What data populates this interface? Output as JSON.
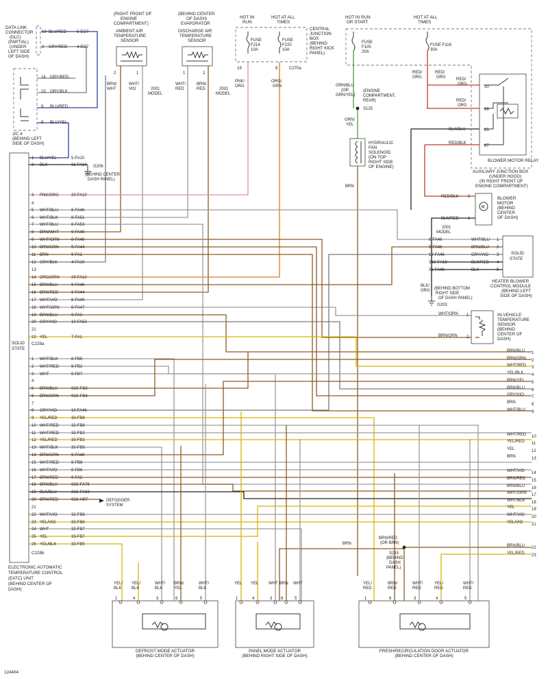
{
  "diagram_id": "124404",
  "dlc": {
    "title": [
      "DATA LINK",
      "CONNECTOR",
      "(DLC)",
      "(PARTIAL)",
      "(UNDER",
      "LEFT SIDE",
      "OF DASH)"
    ],
    "pins": [
      {
        "n": "10",
        "color": "BLU/RED",
        "circuit": "5-EG7"
      },
      {
        "n": "2",
        "color": "GRY/RED",
        "circuit": "4-EG7"
      }
    ]
  },
  "jc4": {
    "title": [
      "J/C 4",
      "(BEHIND LEFT",
      "SIDE OF DASH)"
    ],
    "pins": [
      {
        "n": "14",
        "color": "GRY/RED"
      },
      {
        "n": "15",
        "color": "GRY/BLK"
      },
      {
        "n": "9",
        "color": "BLU/RED"
      },
      {
        "n": "8",
        "color": "BLU/YEL"
      }
    ]
  },
  "sensors": [
    {
      "title": [
        "(RIGHT FRONT OF",
        "ENGINE",
        "COMPARTMENT)",
        "AMBIENT AIR",
        "TEMPERATURE",
        "SENSOR"
      ],
      "pin_a": "2",
      "pin_b": "1",
      "wire_a": [
        "BRN/",
        "WHT"
      ],
      "wire_b": [
        "WHT/",
        "VIO"
      ],
      "note": [
        "2001",
        "MODEL"
      ]
    },
    {
      "title": [
        "(BEHIND CENTER",
        "OF DASH)",
        "EVAPORATOR",
        "DISCHARGE AIR",
        "TEMPERATURE",
        "SENSOR"
      ],
      "pin_a": "1",
      "pin_b": "2",
      "wire_a": [
        "WHT/",
        "RED"
      ],
      "wire_b": [
        "BRN/",
        "RED"
      ],
      "note": [
        "2001",
        "MODEL"
      ]
    }
  ],
  "cjb": {
    "hot_run": [
      "HOT IN",
      "RUN"
    ],
    "hot_all": [
      "HOT AT ALL",
      "TIMES"
    ],
    "title": [
      "CENTRAL",
      "JUNCTION",
      "BOX",
      "(BEHIND",
      "RIGHT KICK",
      "PANEL)"
    ],
    "fuses": [
      {
        "label": [
          "FUSE",
          "F214",
          "10A"
        ],
        "pin": "19",
        "wire": [
          "PNK/",
          "ORG"
        ]
      },
      {
        "label": [
          "FUSE",
          "F220",
          "10A"
        ],
        "pin": "8",
        "wire": [
          "ORG/",
          "GRN"
        ]
      }
    ],
    "connector": "C270a"
  },
  "ajb": {
    "hot_run": [
      "HOT IN RUN",
      "OR START"
    ],
    "hot_all": [
      "HOT AT ALL",
      "TIMES"
    ],
    "fuse1": [
      "FUSE",
      "F105",
      "20A"
    ],
    "fuse2": [
      "FUSE F116",
      "30A"
    ],
    "title": [
      "AUXILIARY JUNCTION BOX",
      "(UNDER HOOD)",
      "(IN RIGHT FRONT OF",
      "ENGINE COMPARTMENT)"
    ],
    "relay": "BLOWER MOTOR RELAY",
    "relay_pins": [
      "30",
      "86",
      "85",
      "87"
    ],
    "wires": [
      "RED/",
      "ORG",
      "RED/",
      "ORG",
      "RED/",
      "ORG",
      "RED/",
      "ORG",
      "BLK/BLU",
      "RED/BLK"
    ]
  },
  "solenoid": {
    "wire_top": [
      "GRN/BLU",
      "(OR",
      "GRN/YEL)"
    ],
    "splice_note": [
      "(ENGINE",
      "COMPARTMENT,",
      "REAR)"
    ],
    "splice": "S125",
    "wire_mid": [
      "GRN/",
      "YEL"
    ],
    "title": [
      "HYDRAULIC",
      "FAN",
      "SOLENOID",
      "(ON TOP",
      "RIGHT SIDE",
      "OF ENGINE)"
    ],
    "wire_bot": "BRN"
  },
  "blower_motor": {
    "title": [
      "BLOWER",
      "MOTOR",
      "(BEHIND",
      "CENTER",
      "OF DASH)"
    ],
    "pin_top": "2",
    "pin_bot": "1",
    "wire_top": "RED/BLK",
    "wire_bot": "BLK/RED",
    "note": [
      "2001",
      "MODEL"
    ]
  },
  "heater_module": {
    "inner": [
      "SOLID",
      "STATE"
    ],
    "title": [
      "HEATER BLOWER",
      "CONTROL MODULE",
      "(BEHIND LEFT",
      "SIDE OF DASH)"
    ],
    "pins": [
      {
        "n": "1",
        "circuit": "8-FA46",
        "color": "WHT/BLU"
      },
      {
        "n": "2",
        "circuit": "9-FA46",
        "color": "BRN/BLU"
      },
      {
        "n": "3",
        "circuit": "18-FA46",
        "color": "GRY/VIO"
      },
      {
        "n": "4",
        "circuit": "31S-FA18",
        "color": "BLK/RED"
      },
      {
        "n": "5",
        "circuit": "31-FA46",
        "color": "BLK"
      }
    ],
    "ground_wire": [
      "BLK/",
      "ORG"
    ],
    "ground_note": [
      "(BEHIND BOTTOM",
      "RIGHT SIDE",
      "OF DASH PANEL)"
    ],
    "ground": "G203"
  },
  "invehicle_sensor": {
    "title": [
      "IN-VEHICLE",
      "TEMPERATURE",
      "SENSOR",
      "(BEHIND",
      "CENTER OF",
      "DASH)"
    ],
    "pins": [
      {
        "n": "1",
        "color": "WHT/GRN"
      },
      {
        "n": "2",
        "color": "BRN/GRN"
      }
    ]
  },
  "eatc": {
    "inner": [
      "SOLID",
      "STATE"
    ],
    "title": [
      "ELECTRONIC AUTOMATIC",
      "TEMPERATURE CONTROL",
      "(EATC) UNIT",
      "(BEHIND CENTER OF",
      "DASH)"
    ],
    "conn_a": "C228a",
    "conn_b": "C228b",
    "ground_a": [
      "G206",
      "(BEHIND CENTER",
      "DASH PANEL)"
    ],
    "defogger": [
      "DEFOGGER",
      "SYSTEM"
    ],
    "pins_a": [
      {
        "n": "1",
        "color": "BLU/YEL",
        "circuit": "5-FA10"
      },
      {
        "n": "2",
        "color": "BLK",
        "circuit": "31-FA10"
      },
      {
        "n": "3",
        "color": "PNK/ORG",
        "circuit": "20-FA10"
      },
      {
        "n": "4",
        "color": "",
        "circuit": ""
      },
      {
        "n": "5",
        "color": "WHT/BLU",
        "circuit": "8-FA46"
      },
      {
        "n": "6",
        "color": "WHT/BLK",
        "circuit": "8-FA51"
      },
      {
        "n": "7",
        "color": "WHT/BLU",
        "circuit": "8-FA53"
      },
      {
        "n": "8",
        "color": "BRN/WHT",
        "circuit": "9-FA49"
      },
      {
        "n": "9",
        "color": "WHT/GRN",
        "circuit": "8-FA48"
      },
      {
        "n": "10",
        "color": "BRN/GRN",
        "circuit": "9-FA44"
      },
      {
        "n": "11",
        "color": "BRN",
        "circuit": "9-FA1"
      },
      {
        "n": "12",
        "color": "GRY/BLK",
        "circuit": "4-FA10"
      },
      {
        "n": "13",
        "color": "",
        "circuit": ""
      },
      {
        "n": "14",
        "color": "ORG/GRN",
        "circuit": "29-FA10"
      },
      {
        "n": "15",
        "color": "BRN/BLU",
        "circuit": "9-FA46"
      },
      {
        "n": "16",
        "color": "BRN/RED",
        "circuit": "9-FA44"
      },
      {
        "n": "17",
        "color": "WHT/VIO",
        "circuit": "8-FA49"
      },
      {
        "n": "18",
        "color": "WHT/GRN",
        "circuit": "8-FA47"
      },
      {
        "n": "19",
        "color": "BRN/BLU",
        "circuit": "9-FA3"
      },
      {
        "n": "20",
        "color": "GRY/VIO",
        "circuit": "10-FA53"
      },
      {
        "n": "21",
        "color": "",
        "circuit": ""
      },
      {
        "n": "22",
        "color": "YEL",
        "circuit": "7-FA1"
      }
    ],
    "pins_b": [
      {
        "n": "1",
        "color": "WHT/BLK",
        "circuit": "8-FB5"
      },
      {
        "n": "2",
        "color": "WHT/RED",
        "circuit": "8-FB2"
      },
      {
        "n": "3",
        "color": "WHT",
        "circuit": "8-FB7"
      },
      {
        "n": "4",
        "color": "",
        "circuit": ""
      },
      {
        "n": "5",
        "color": "BRN/BLU",
        "circuit": "91S-FB3"
      },
      {
        "n": "6",
        "color": "BRN/GRN",
        "circuit": "91S-FB4"
      },
      {
        "n": "7",
        "color": "",
        "circuit": ""
      },
      {
        "n": "8",
        "color": "GRY/VIO",
        "circuit": "10-FA46"
      },
      {
        "n": "9",
        "color": "YEL/RED",
        "circuit": "33-FB8"
      },
      {
        "n": "10",
        "color": "WHT/RED",
        "circuit": "32-FB8"
      },
      {
        "n": "11",
        "color": "WHT/RED",
        "circuit": "32-FB2"
      },
      {
        "n": "12",
        "color": "YEL/RED",
        "circuit": "33-FB2"
      },
      {
        "n": "13",
        "color": "WHT/BLK",
        "circuit": "32-FB5"
      },
      {
        "n": "14",
        "color": "BRN/GRN",
        "circuit": "9-FA48"
      },
      {
        "n": "15",
        "color": "WHT/RED",
        "circuit": "8-FB8"
      },
      {
        "n": "16",
        "color": "WHT/VIO",
        "circuit": "8-FB6"
      },
      {
        "n": "17",
        "color": "BRN/RED",
        "circuit": "9-FA2"
      },
      {
        "n": "18",
        "color": "BRN/BLU",
        "circuit": "91S-FA76"
      },
      {
        "n": "19",
        "color": "BLK/BLU",
        "circuit": "31S-FA23"
      },
      {
        "n": "20",
        "color": "BRN/RED",
        "circuit": "91S-HB7"
      },
      {
        "n": "21",
        "color": "",
        "circuit": ""
      },
      {
        "n": "22",
        "color": "WHT/VIO",
        "circuit": "32-FB6"
      },
      {
        "n": "23",
        "color": "YEL/VIO",
        "circuit": "33-FB6"
      },
      {
        "n": "24",
        "color": "WHT",
        "circuit": "32-FB7"
      },
      {
        "n": "25",
        "color": "YEL",
        "circuit": "33-FB7"
      },
      {
        "n": "26",
        "color": "YEL/BLK",
        "circuit": "33-FB5"
      }
    ]
  },
  "right_bus": [
    {
      "n": "1",
      "color": "BRN/BLU"
    },
    {
      "n": "2",
      "color": "BRN/GRN"
    },
    {
      "n": "3",
      "color": "WHT/RED"
    },
    {
      "n": "4",
      "color": "YEL/BLK"
    },
    {
      "n": "5",
      "color": "BRN/YEL"
    },
    {
      "n": "6",
      "color": "BRN/BLU"
    },
    {
      "n": "7",
      "color": "GRY/VIO"
    },
    {
      "n": "8",
      "color": "BRN"
    },
    {
      "n": "9",
      "color": "WHT/BLU"
    },
    {
      "n": "10",
      "color": "WHT/RED"
    },
    {
      "n": "11",
      "color": "YEL/RED"
    },
    {
      "n": "12",
      "color": "YEL"
    },
    {
      "n": "13",
      "color": "BRN"
    },
    {
      "n": "14",
      "color": "WHT/VIO"
    },
    {
      "n": "15",
      "color": "BRN/RED"
    },
    {
      "n": "16",
      "color": "BRN/BLU"
    },
    {
      "n": "17",
      "color": "WHT/GRN"
    },
    {
      "n": "18",
      "color": "WHT/BLK"
    },
    {
      "n": "19",
      "color": "YEL"
    },
    {
      "n": "20",
      "color": "WHT/VIO"
    },
    {
      "n": "21",
      "color": "YEL/VIO"
    },
    {
      "n": "22",
      "color": "BRN/BLU"
    },
    {
      "n": "23",
      "color": "YEL/RED"
    }
  ],
  "splice_s215": {
    "wire": [
      "BRN/RED",
      "(OR BRN)"
    ],
    "name": [
      "S215",
      "(BEHIND",
      "DASH",
      "PANEL)"
    ],
    "brn": "BRN"
  },
  "actuators": [
    {
      "title": [
        "DEFROST MODE ACTUATOR",
        "(BEHIND CENTER OF DASH)"
      ],
      "wires": [
        [
          "YEL/",
          "BLK"
        ],
        [
          "YEL/",
          "BLK"
        ],
        [
          "WHT/",
          "BLK"
        ],
        [
          "BRN/",
          "YEL"
        ],
        [
          "WHT/",
          "BLK"
        ]
      ],
      "pins": [
        "1",
        "4",
        "3",
        "6",
        "5"
      ]
    },
    {
      "title": [
        "PANEL MODE ACTUATOR",
        "(BEHIND RIGHT SIDE OF DASH)"
      ],
      "wires": [
        [
          "YEL"
        ],
        [
          "YEL"
        ],
        [
          "WHT"
        ],
        [
          "BRN"
        ],
        [
          "WHT"
        ]
      ],
      "pins": [
        "1",
        "4",
        "3",
        "6",
        "5"
      ]
    },
    {
      "title": [
        "FRESH/RECIRCULATION DOOR ACTUATOR",
        "(BEHIND CENTER OF DASH)"
      ],
      "wires": [
        [
          "YEL/",
          "RED"
        ],
        [
          "BRN/",
          "RED"
        ],
        [
          "WHT/",
          "RED"
        ],
        [
          "YEL/",
          "RED"
        ],
        [
          "WHT/",
          "RED"
        ]
      ],
      "pins": [
        "1",
        "6",
        "3",
        "4",
        "5"
      ]
    }
  ],
  "colors": {
    "BLU": "#2c3e9e",
    "RED": "#c0392b",
    "GRN": "#4a9a3a",
    "YEL": "#d8b400",
    "WHT": "#9a9a9a",
    "BRN": "#8a5a20",
    "ORG": "#e07a20",
    "VIO": "#9a3bbd",
    "GRY": "#7a7a7a",
    "BLK": "#222222",
    "PNK": "#e58aa8"
  }
}
